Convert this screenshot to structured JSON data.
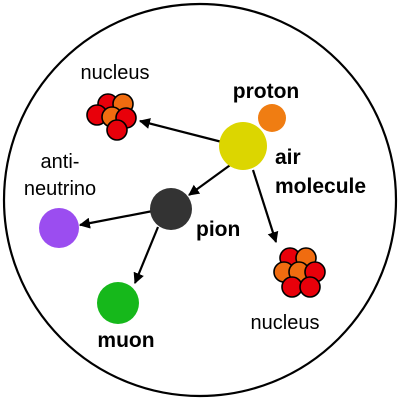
{
  "labels": {
    "nucleus_top": "nucleus",
    "proton": "proton",
    "air_line1": "air",
    "air_line2": "molecule",
    "anti_line1": "anti-",
    "anti_line2": "neutrino",
    "pion": "pion",
    "nucleus_bottom": "nucleus",
    "muon": "muon"
  },
  "colors": {
    "air_molecule": "#dcd600",
    "proton": "#f07d12",
    "pion": "#333333",
    "antineutrino": "#9b4df0",
    "muon": "#16b81b",
    "nucleus_red": "#e8000a",
    "nucleus_orange": "#f06c10",
    "outline": "#000000"
  }
}
